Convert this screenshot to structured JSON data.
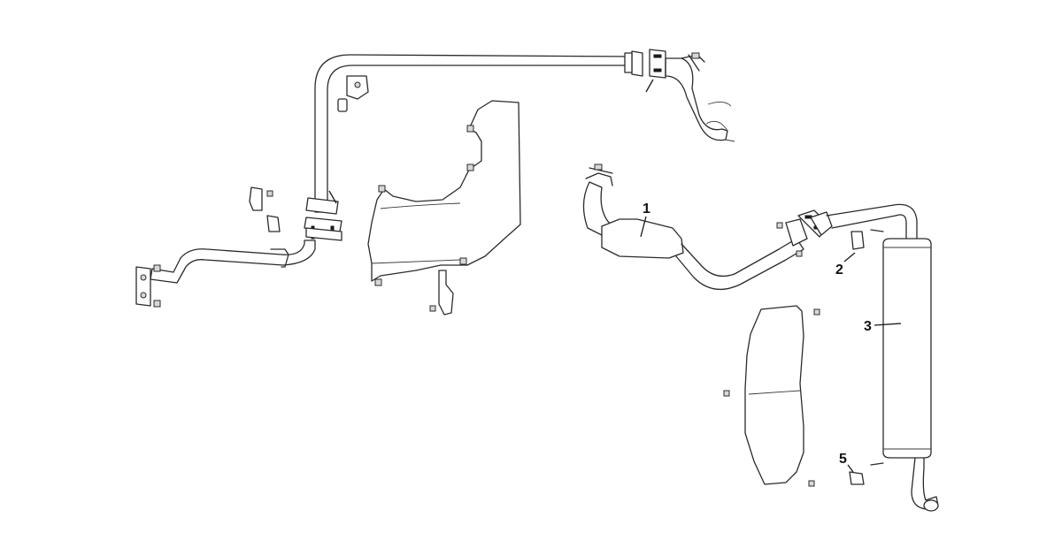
{
  "callouts": [
    {
      "id": "1",
      "label": "1"
    },
    {
      "id": "2",
      "label": "2"
    },
    {
      "id": "3",
      "label": "3"
    },
    {
      "id": "5",
      "label": "5"
    }
  ]
}
